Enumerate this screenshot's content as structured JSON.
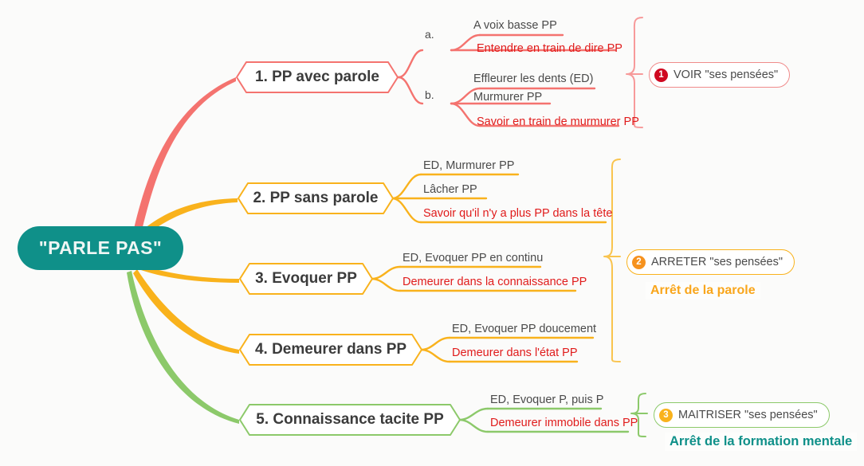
{
  "central": {
    "label": "\"PARLE PAS\"",
    "color": "#0f9089"
  },
  "branches": [
    {
      "id": "branch-1",
      "label": "1. PP avec parole",
      "color": "#f4736f",
      "groups": [
        {
          "index": "a.",
          "leaves": [
            {
              "text": "A voix basse PP",
              "emphasis": false
            },
            {
              "text": "Entendre en train de dire PP",
              "emphasis": true
            }
          ]
        },
        {
          "index": "b.",
          "leaves": [
            {
              "text": "Effleurer les dents (ED)",
              "emphasis": false
            },
            {
              "text": "Murmurer PP",
              "emphasis": false
            },
            {
              "text": "Savoir en train de murmurer PP",
              "emphasis": true
            }
          ]
        }
      ]
    },
    {
      "id": "branch-2",
      "label": "2. PP sans parole",
      "color": "#f9b21c",
      "groups": [
        {
          "index": "",
          "leaves": [
            {
              "text": "ED, Murmurer PP",
              "emphasis": false
            },
            {
              "text": "Lâcher PP",
              "emphasis": false
            },
            {
              "text": "Savoir qu'il n'y a plus PP dans la tête",
              "emphasis": true
            }
          ]
        }
      ]
    },
    {
      "id": "branch-3",
      "label": "3. Evoquer PP",
      "color": "#f9b21c",
      "groups": [
        {
          "index": "",
          "leaves": [
            {
              "text": "ED, Evoquer PP en continu",
              "emphasis": false
            },
            {
              "text": "Demeurer dans la connaissance PP",
              "emphasis": true
            }
          ]
        }
      ]
    },
    {
      "id": "branch-4",
      "label": "4. Demeurer dans PP",
      "color": "#f9b21c",
      "groups": [
        {
          "index": "",
          "leaves": [
            {
              "text": "ED, Evoquer PP doucement",
              "emphasis": false
            },
            {
              "text": "Demeurer dans l'état PP",
              "emphasis": true
            }
          ]
        }
      ]
    },
    {
      "id": "branch-5",
      "label": "5. Connaissance tacite PP",
      "color": "#8cc96a",
      "groups": [
        {
          "index": "",
          "leaves": [
            {
              "text": "ED, Evoquer P, puis P",
              "emphasis": false
            },
            {
              "text": "Demeurer immobile dans PP",
              "emphasis": true
            }
          ]
        }
      ]
    }
  ],
  "summaries": [
    {
      "id": "summary-1",
      "badge": "1",
      "label": "VOIR \"ses pensées\"",
      "border": "#f08b8b",
      "badge_color": "#cf0921",
      "caption": null
    },
    {
      "id": "summary-2",
      "badge": "2",
      "label": "ARRETER \"ses pensées\"",
      "border": "#f9b21c",
      "badge_color": "#f6921e",
      "caption": {
        "text": "Arrêt de la parole",
        "color": "#f9a61c"
      }
    },
    {
      "id": "summary-3",
      "badge": "3",
      "label": "MAITRISER \"ses pensées\"",
      "border": "#8cc96a",
      "badge_color": "#f9b21c",
      "caption": {
        "text": "Arrêt de la formation mentale",
        "color": "#0f9089"
      }
    }
  ]
}
